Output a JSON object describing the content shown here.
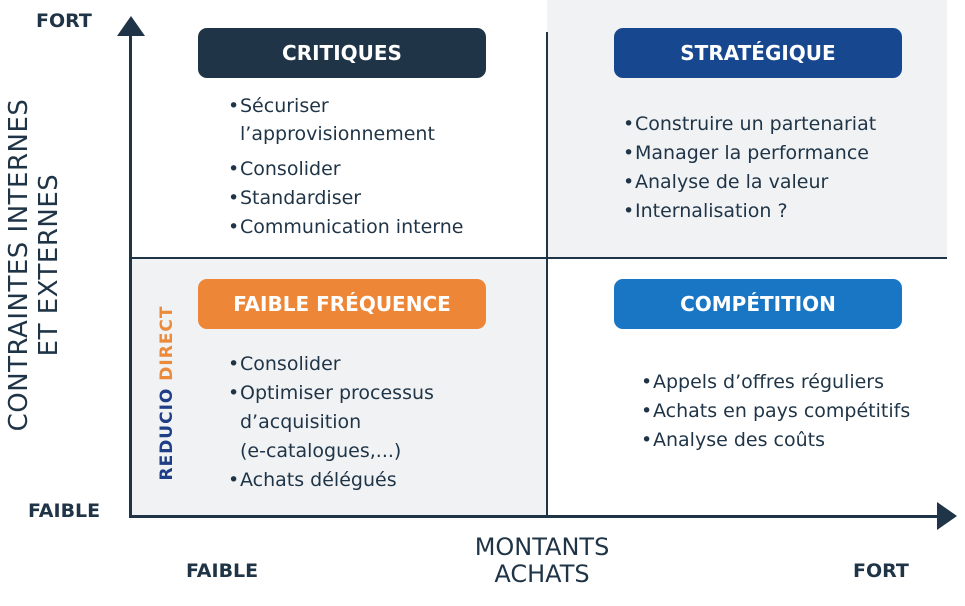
{
  "colors": {
    "navy": "#1f3446",
    "dark_blue": "#17478e",
    "bright_blue": "#1976c4",
    "orange": "#ee8638",
    "panel": "#f0f2f4"
  },
  "y_axis": {
    "title_line1": "CONTRAINTES INTERNES",
    "title_line2": "ET EXTERNES",
    "high": "FORT",
    "low": "FAIBLE"
  },
  "x_axis": {
    "title_line1": "MONTANTS",
    "title_line2": "ACHATS",
    "low": "FAIBLE",
    "high": "FORT"
  },
  "quadrants": {
    "critiques": {
      "title": "CRITIQUES",
      "items": [
        "Sécuriser",
        "l’approvisionnement",
        "Consolider",
        "Standardiser",
        "Communication interne"
      ]
    },
    "strategique": {
      "title": "STRATÉGIQUE",
      "items": [
        "Construire un partenariat",
        "Manager la performance",
        "Analyse de la valeur",
        "Internalisation ?"
      ]
    },
    "faible_frequence": {
      "title": "FAIBLE FRÉQUENCE",
      "items": [
        "Consolider",
        "Optimiser processus",
        "d’acquisition",
        "(e-catalogues,...)",
        "Achats délégués"
      ]
    },
    "competition": {
      "title": "COMPÉTITION",
      "items": [
        "Appels d’offres réguliers",
        "Achats en pays compétitifs",
        "Analyse des coûts"
      ]
    }
  },
  "logo": {
    "part1": "REDUCIO",
    "part2": "DIRECT"
  }
}
